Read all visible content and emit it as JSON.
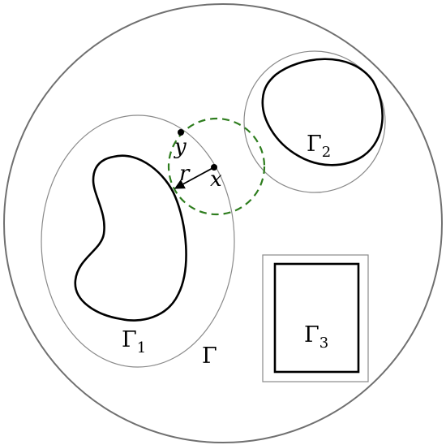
{
  "labels": {
    "gamma1": {
      "main": "Γ",
      "sub": "1"
    },
    "gamma2": {
      "main": "Γ",
      "sub": "2"
    },
    "gamma3": {
      "main": "Γ",
      "sub": "3"
    },
    "gamma": "Γ",
    "x": "x",
    "y": "y",
    "r": "r"
  },
  "colors": {
    "outer_boundary": "#707070",
    "offset_curve": "#8a8a8a",
    "obstacle": "#000000",
    "dashed_circle": "#2e7d1e"
  }
}
